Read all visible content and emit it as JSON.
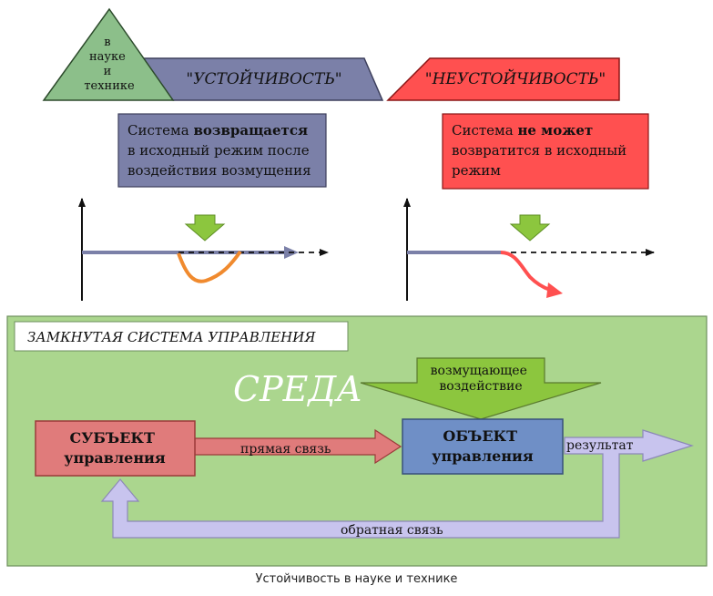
{
  "top": {
    "triangle_lines": [
      "в",
      "науке",
      "и",
      "технике"
    ],
    "stability_label": "\"УСТОЙЧИВОСТЬ\"",
    "instability_label": "\"НЕУСТОЙЧИВОСТЬ\"",
    "stable_desc": {
      "pre": "Система ",
      "bold": "возвращается",
      "line2": "в исходный режим после",
      "line3": "воздействия возмущения"
    },
    "unstable_desc": {
      "pre": "Система ",
      "bold": "не может",
      "line2": "возвратится в исходный",
      "line3": "режим"
    }
  },
  "bottom": {
    "title": "ЗАМКНУТАЯ СИСТЕМА УПРАВЛЕНИЯ",
    "environment": "СРЕДА",
    "disturbance_line1": "возмущающее",
    "disturbance_line2": "воздействие",
    "subject_line1": "СУБЪЕКТ",
    "subject_line2": "управления",
    "object_line1": "ОБЪЕКТ",
    "object_line2": "управления",
    "direct_link": "прямая связь",
    "result": "результат",
    "feedback": "обратная связь"
  },
  "caption": "Устойчивость в науке и технике",
  "colors": {
    "green_triangle": "#8cbf8a",
    "slate_band": "#7b80a8",
    "red_band": "#ff5050",
    "panel_green": "#abd68e",
    "subject_box": "#e07b7b",
    "object_box": "#6f8fc6",
    "feedback_arrow": "#c8c4ee",
    "disturbance_arrow": "#8cc63e"
  }
}
